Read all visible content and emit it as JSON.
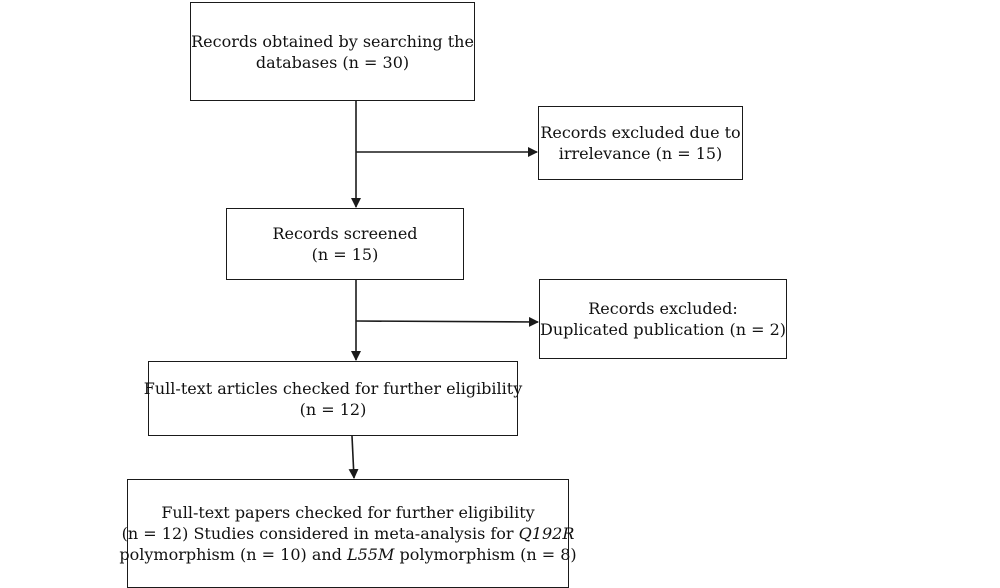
{
  "flow": {
    "records_obtained": {
      "line1": "Records obtained by searching the",
      "line2": "databases (n = 30)"
    },
    "excluded_irrelevance": {
      "line1": "Records excluded due to",
      "line2": "irrelevance (n = 15)"
    },
    "records_screened": {
      "line1": "Records screened",
      "line2": "(n = 15)"
    },
    "excluded_duplicated": {
      "line1": "Records excluded:",
      "line2": "Duplicated publication (n = 2)"
    },
    "fulltext_articles": {
      "line1": "Full-text articles checked for further eligibility",
      "line2": "(n = 12)"
    },
    "fulltext_papers": {
      "line1": "Full-text papers checked for further eligibility",
      "line2a": "(n = 12) Studies considered in meta-analysis for ",
      "line2b": "Q192R",
      "line3a": "polymorphism (n = 10) and ",
      "line3b": "L55M",
      "line3c": " polymorphism (n = 8)"
    }
  },
  "colors": {
    "stroke": "#1a1a1a",
    "background": "#ffffff"
  }
}
